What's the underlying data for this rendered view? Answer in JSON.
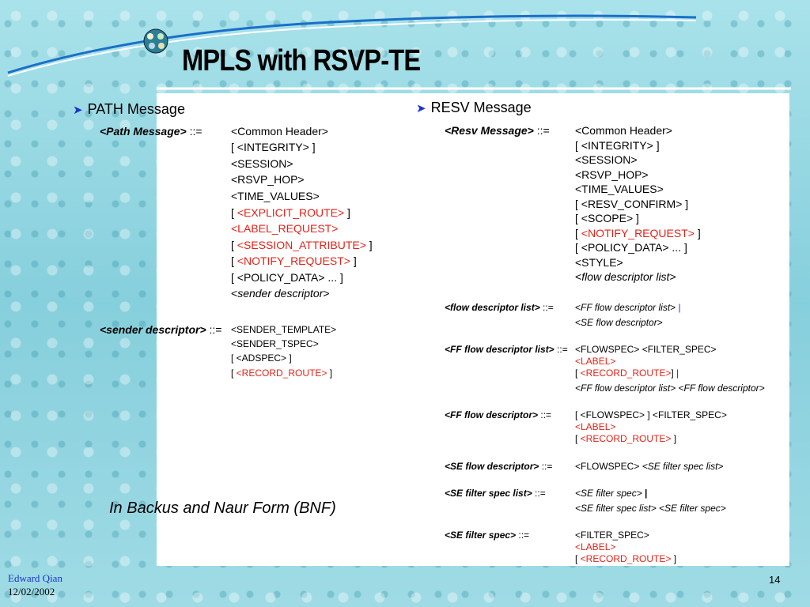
{
  "slide": {
    "title": "MPLS with RSVP-TE",
    "bnf_note": "In Backus and Naur Form (BNF)",
    "footer_author": "Edward Qian",
    "footer_date": "12/02/2002",
    "page_number": "14"
  },
  "path": {
    "bullet": "PATH Message",
    "def_name": "<Path Message>",
    "def_op": " ::=",
    "items": [
      "<Common Header>",
      "[ <INTEGRITY> ]",
      "<SESSION>",
      "<RSVP_HOP>",
      "<TIME_VALUES>"
    ],
    "explicit_open": "[ ",
    "explicit": "<EXPLICIT_ROUTE>",
    "explicit_close": " ]",
    "label_request": "<LABEL_REQUEST>",
    "session_attr_open": "[ ",
    "session_attr": "<SESSION_ATTRIBUTE>",
    "session_attr_close": " ]",
    "notify_open": "[ ",
    "notify": "<NOTIFY_REQUEST>",
    "notify_close": " ]",
    "policy": "[ <POLICY_DATA> ... ]",
    "sender_desc_lt": "<",
    "sender_desc_text": "sender descriptor",
    "sender_desc_gt": ">",
    "sender_def_name": "<sender descriptor>",
    "sender_def_op": " ::=",
    "sender_items": [
      "<SENDER_TEMPLATE>",
      "<SENDER_TSPEC>",
      "[ <ADSPEC> ]"
    ],
    "record_open": "[ ",
    "record": "<RECORD_ROUTE>",
    "record_close": " ]"
  },
  "resv": {
    "bullet": "RESV Message",
    "def_name": "<Resv Message>",
    "def_op": " ::=",
    "items": [
      "<Common Header>",
      "[ <INTEGRITY> ]",
      "<SESSION>",
      "<RSVP_HOP>",
      "<TIME_VALUES>",
      "[ <RESV_CONFIRM> ]",
      "[ <SCOPE> ]"
    ],
    "notify_open": "[ ",
    "notify": "<NOTIFY_REQUEST>",
    "notify_close": " ]",
    "policy": "[ <POLICY_DATA> ... ]",
    "style": "<STYLE>",
    "flow_lt": "<",
    "flow_text": "flow descriptor list",
    "flow_gt": ">",
    "fdl_name": "<flow descriptor list>",
    "fdl_op": " ::=",
    "fdl_1_lt": "<",
    "fdl_1_text": "FF flow descriptor list",
    "fdl_1_gt": ">",
    "fdl_1_bar": " |",
    "fdl_2_lt": "<",
    "fdl_2_text": "SE flow descriptor",
    "fdl_2_gt": ">",
    "ffl_name": "<FF flow descriptor list>",
    "ffl_op": " ::=",
    "ffl_1": "<FLOWSPEC> <FILTER_SPEC>",
    "ffl_label": "<LABEL>",
    "ffl_rr_open": "[ ",
    "ffl_rr": "<RECORD_ROUTE>",
    "ffl_rr_close": "]",
    "ffl_rr_bar": " |",
    "ffl_4": "<FF flow descriptor list> <FF flow descriptor>",
    "ffd_name": "<FF flow descriptor>",
    "ffd_op": " ::=",
    "ffd_1": "[ <FLOWSPEC> ] <FILTER_SPEC>",
    "ffd_label": "<LABEL>",
    "ffd_rr_open": "[ ",
    "ffd_rr": "<RECORD_ROUTE>",
    "ffd_rr_close": " ]",
    "sefd_name": "<SE flow descriptor>",
    "sefd_op": " ::=",
    "sefd_1a": "<FLOWSPEC> ",
    "sefd_1b": "<SE filter spec list>",
    "sefsl_name": "<SE filter spec list>",
    "sefsl_op": " ::=",
    "sefsl_1": "<SE filter spec>",
    "sefsl_1_bar": " |",
    "sefsl_2": "<SE filter spec list> <SE filter spec>",
    "sefs_name": "<SE filter spec>",
    "sefs_op": " ::=",
    "sefs_1": "<FILTER_SPEC>",
    "sefs_label": "<LABEL>",
    "sefs_rr_open": "[ ",
    "sefs_rr": "<RECORD_ROUTE>",
    "sefs_rr_close": " ]"
  }
}
